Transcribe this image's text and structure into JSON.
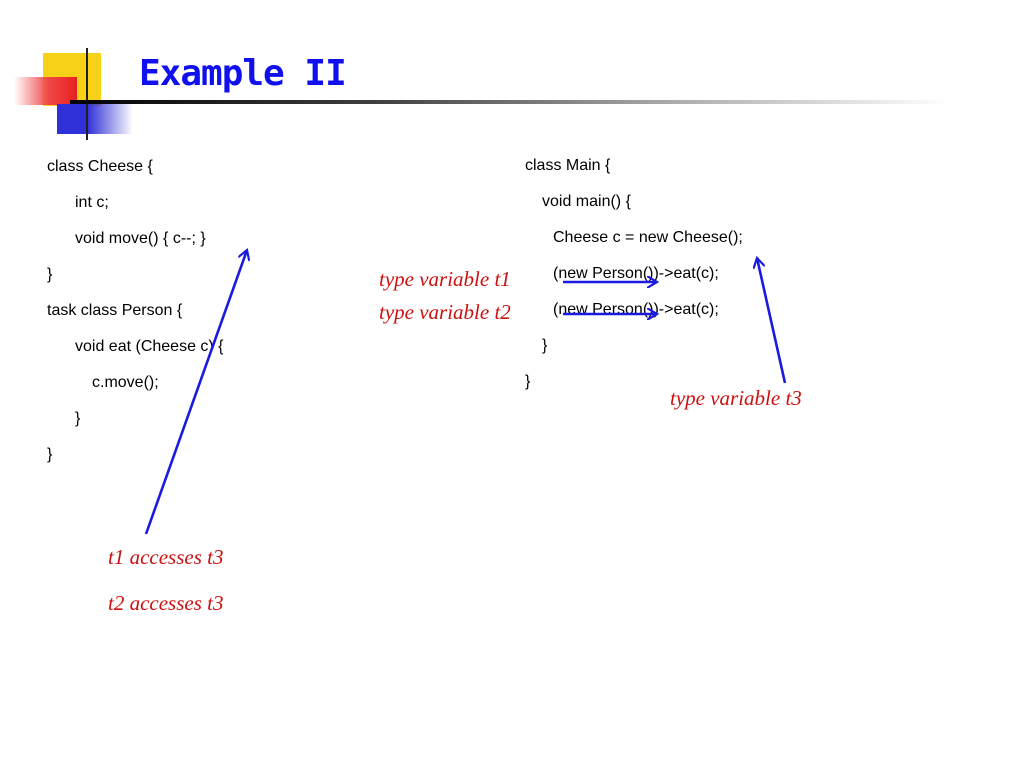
{
  "slide": {
    "title": "Example II",
    "left_code": [
      "class Cheese {",
      "int c;",
      "void move() { c--; }",
      "}",
      "task class Person {",
      "void eat (Cheese c) {",
      "c.move();",
      "}",
      "}"
    ],
    "right_code": [
      "class Main {",
      "void main() {",
      "Cheese c = new Cheese();",
      "(new Person())->eat(c);",
      "(new Person())->eat(c);",
      "}",
      "}"
    ],
    "annotations": {
      "t1": "type variable t1",
      "t2": "type variable t2",
      "t3": "type variable t3",
      "t1_access": "t1 accesses t3",
      "t2_access": "t2 accesses t3"
    },
    "colors": {
      "title": "#1010ee",
      "annotation": "#cc1111",
      "arrow": "#1a1ae0"
    }
  }
}
